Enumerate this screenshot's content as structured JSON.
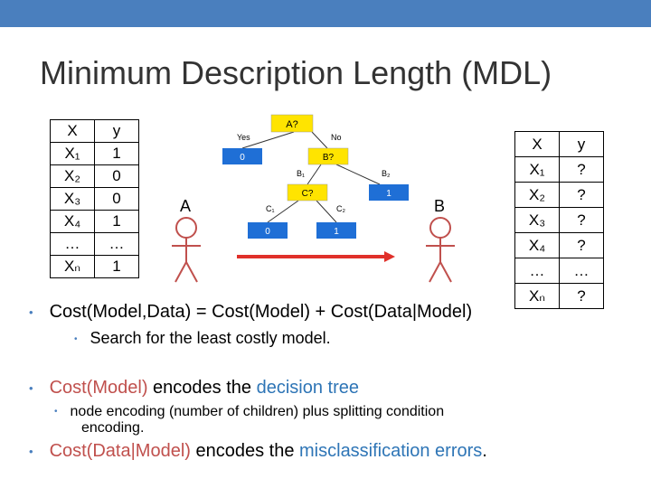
{
  "title": "Minimum Description Length (MDL)",
  "left_table": {
    "header": [
      "X",
      "y"
    ],
    "rows": [
      [
        "X₁",
        "1"
      ],
      [
        "X₂",
        "0"
      ],
      [
        "X₃",
        "0"
      ],
      [
        "X₄",
        "1"
      ],
      [
        "…",
        "…"
      ],
      [
        "Xₙ",
        "1"
      ]
    ]
  },
  "right_table": {
    "header": [
      "X",
      "y"
    ],
    "rows": [
      [
        "X₁",
        "?"
      ],
      [
        "X₂",
        "?"
      ],
      [
        "X₃",
        "?"
      ],
      [
        "X₄",
        "?"
      ],
      [
        "…",
        "…"
      ],
      [
        "Xₙ",
        "?"
      ]
    ]
  },
  "person_a": "A",
  "person_b": "B",
  "tree": {
    "root": "A?",
    "yes": "Yes",
    "no": "No",
    "leaf_yes": "0",
    "node_b": "B?",
    "b1": "B₁",
    "b2": "B₂",
    "node_c": "C?",
    "leaf_b2": "1",
    "c1": "C₁",
    "c2": "C₂",
    "leaf_c1": "0",
    "leaf_c2": "1"
  },
  "bullets": {
    "b1": "Cost(Model,Data) = Cost(Model) + Cost(Data|Model)",
    "b1_sub": "Search for the least costly model.",
    "b2_part1": "Cost(Model)",
    "b2_part2": " encodes the ",
    "b2_part3": "decision tree",
    "b2_sub_line1": "node encoding (number of children) plus splitting condition",
    "b2_sub_line2": "encoding.",
    "b3_part1": "Cost(Data|Model)",
    "b3_part2": " encodes the ",
    "b3_part3": "misclassification errors",
    "b3_part4": "."
  },
  "colors": {
    "accent": "#4a7fbe",
    "tree_leaf_blue": "#1f6fd6",
    "tree_node_yellow": "#ffe400",
    "arrow_red": "#e0302a",
    "highlight_red": "#c0504d",
    "highlight_blue": "#2e75b6"
  }
}
